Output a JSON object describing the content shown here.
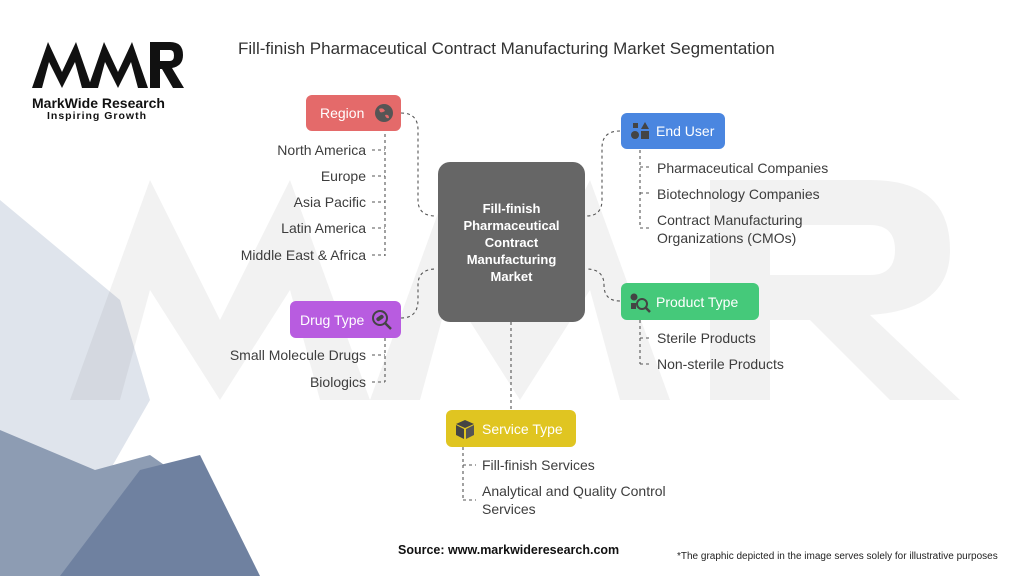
{
  "brand": {
    "logo_letters": "MWR",
    "name": "MarkWide Research",
    "tagline": "Inspiring Growth"
  },
  "title": "Fill-finish Pharmaceutical Contract Manufacturing Market Segmentation",
  "center_label": "Fill-finish Pharmaceutical Contract Manufacturing Market",
  "segments": {
    "region": {
      "label": "Region",
      "icon": "globe-icon",
      "color": "#e46a6a",
      "items": [
        "North America",
        "Europe",
        "Asia Pacific",
        "Latin America",
        "Middle East & Africa"
      ]
    },
    "drug_type": {
      "label": "Drug Type",
      "icon": "pill-search-icon",
      "color": "#b85ce0",
      "items": [
        "Small Molecule Drugs",
        "Biologics"
      ]
    },
    "service_type": {
      "label": "Service Type",
      "icon": "box-icon",
      "color": "#e0c521",
      "items": [
        "Fill-finish Services",
        "Analytical and Quality Control Services"
      ]
    },
    "end_user": {
      "label": "End User",
      "icon": "shapes-icon",
      "color": "#4a86e0",
      "items": [
        "Pharmaceutical Companies",
        "Biotechnology Companies",
        "Contract Manufacturing Organizations (CMOs)"
      ]
    },
    "product_type": {
      "label": "Product Type",
      "icon": "product-search-icon",
      "color": "#45c97a",
      "items": [
        "Sterile Products",
        "Non-sterile Products"
      ]
    }
  },
  "footer": {
    "source": "Source: www.markwideresearch.com",
    "note": "*The graphic depicted in the image serves solely for illustrative purposes"
  }
}
